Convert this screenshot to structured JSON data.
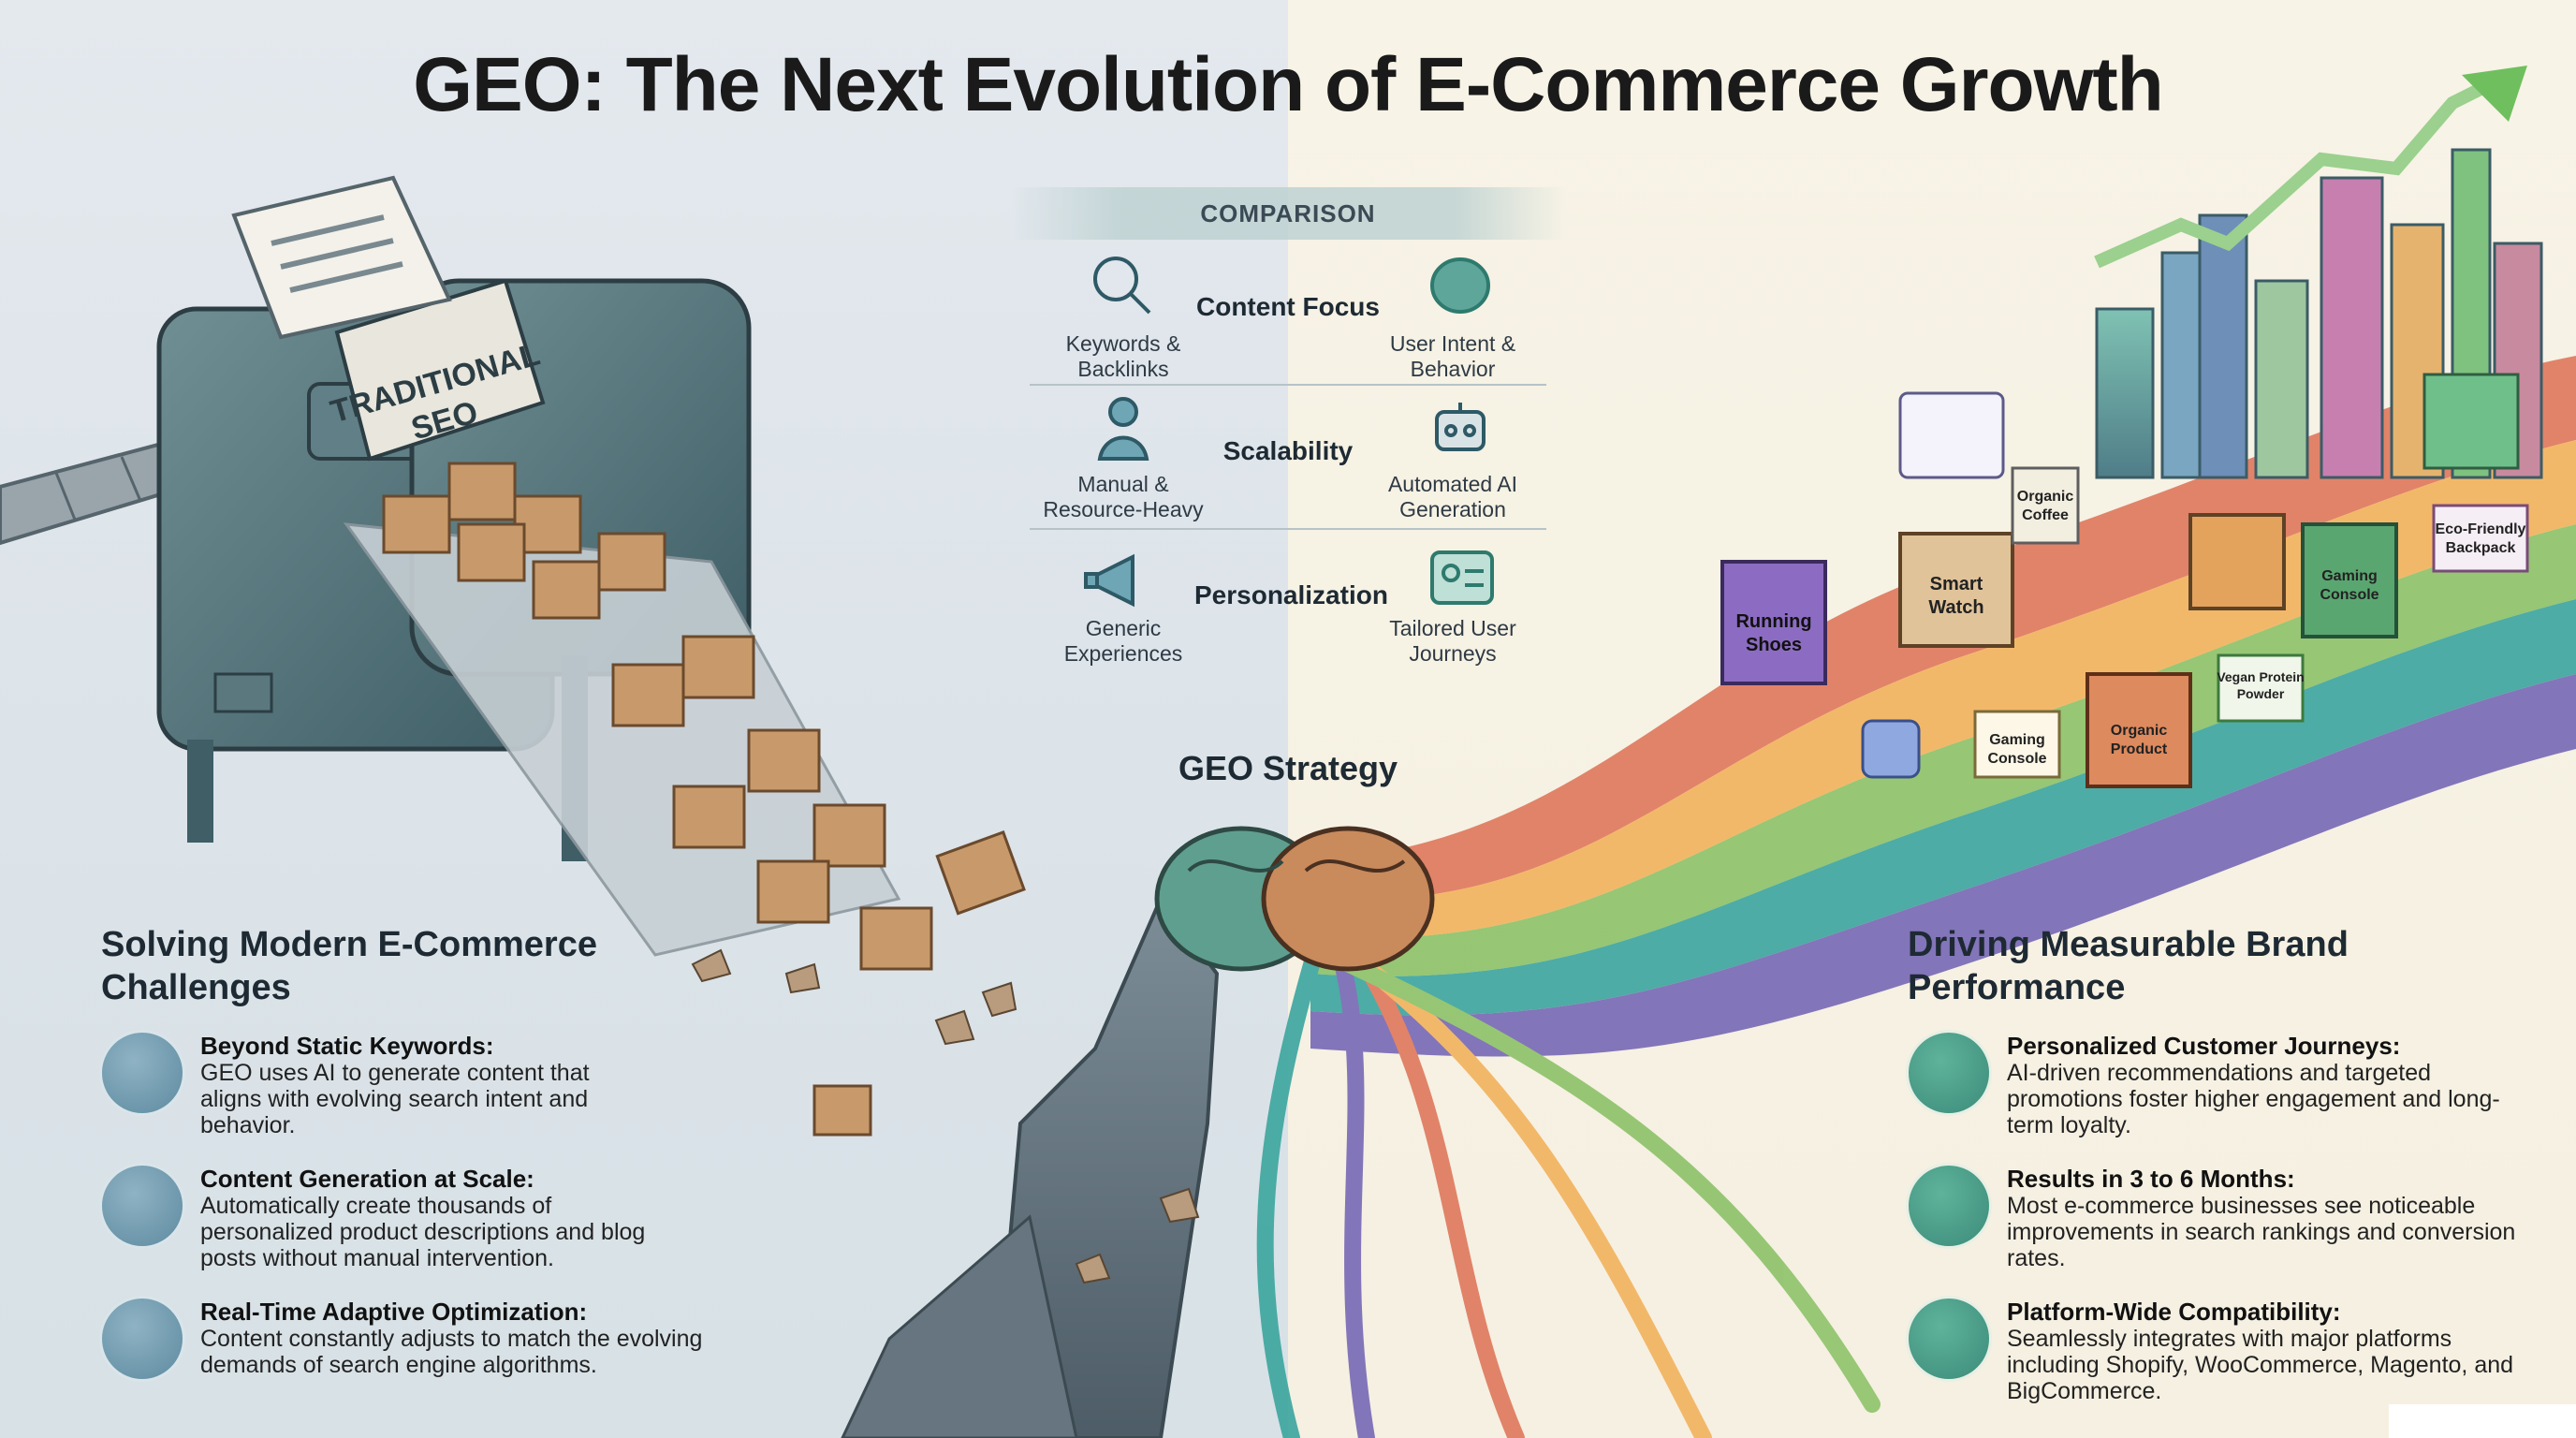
{
  "title": "GEO: The Next Evolution of E-Commerce Growth",
  "comparison": {
    "header": "COMPARISON",
    "rows": [
      {
        "left": "Keywords & Backlinks",
        "center": "Content Focus",
        "right": "User Intent & Behavior",
        "left_icon": "magnifier-icon",
        "right_icon": "brain-icon"
      },
      {
        "left": "Manual & Resource-Heavy",
        "center": "Scalability",
        "right": "Automated AI Generation",
        "left_icon": "person-icon",
        "right_icon": "robot-icon"
      },
      {
        "left": "Generic Experiences",
        "center": "Personalization",
        "right": "Tailored User Journeys",
        "left_icon": "megaphone-icon",
        "right_icon": "profile-card-icon"
      }
    ]
  },
  "machine_label": "TRADITIONAL SEO",
  "geo_strategy": "GEO Strategy",
  "product_labels": [
    "Running Shoes",
    "Smart Watch",
    "Organic Coffee",
    "Eco-Friendly Backpack",
    "Gaming Console",
    "Vegan Protein Powder",
    "Gaming Console",
    "Organic Product"
  ],
  "left_section": {
    "heading": "Solving Modern E-Commerce Challenges",
    "items": [
      {
        "title": "Beyond Static Keywords:",
        "desc": "GEO uses AI to generate content that aligns with evolving search intent and behavior.",
        "icon": "lock-icon"
      },
      {
        "title": "Content Generation at Scale:",
        "desc": "Automatically create thousands of personalized product descriptions and blog posts without manual intervention.",
        "icon": "hourglass-icon"
      },
      {
        "title": "Real-Time Adaptive Optimization:",
        "desc": "Content constantly adjusts to match the evolving demands of search engine algorithms.",
        "icon": "gears-icon"
      }
    ]
  },
  "right_section": {
    "heading": "Driving Measurable Brand Performance",
    "items": [
      {
        "title": "Personalized Customer Journeys:",
        "desc": "AI-driven recommendations and targeted promotions foster higher engagement and long-term loyalty.",
        "icon": "heart-pulse-icon"
      },
      {
        "title": "Results in 3 to 6 Months:",
        "desc": "Most e-commerce businesses see noticeable improvements in search rankings and conversion rates.",
        "icon": "rocket-icon"
      },
      {
        "title": "Platform-Wide Compatibility:",
        "desc": "Seamlessly integrates with major platforms including Shopify, WooCommerce, Magento, and BigCommerce.",
        "icon": "globe-icon"
      }
    ]
  },
  "colors": {
    "left_bg": "#dde4ea",
    "right_bg": "#f5f0e1",
    "left_icon_circle": "#6f98ac",
    "right_icon_circle": "#4b9b86",
    "stream": [
      "#e07a5f",
      "#f2cc5f",
      "#8fc36b",
      "#3fa7a0",
      "#7a6bb6"
    ]
  }
}
